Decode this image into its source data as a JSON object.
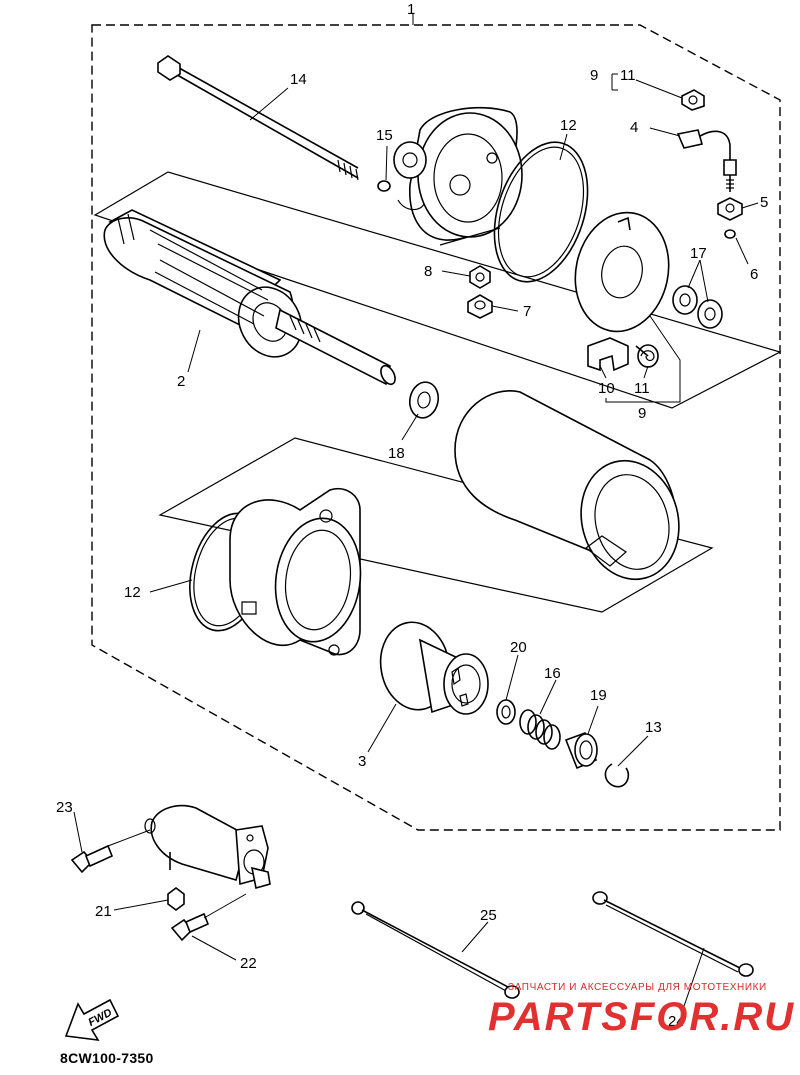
{
  "diagram": {
    "parts_code": "8CW100-7350",
    "fwd_arrow_label": "FWD",
    "callouts": {
      "c1": "1",
      "c2": "2",
      "c3": "3",
      "c4": "4",
      "c5": "5",
      "c6": "6",
      "c7": "7",
      "c8": "8",
      "c9a": "9",
      "c11a": "11",
      "c9b": "9",
      "c10": "10",
      "c11b": "11",
      "c12a": "12",
      "c12b": "12",
      "c13": "13",
      "c14": "14",
      "c15": "15",
      "c16": "16",
      "c17": "17",
      "c18": "18",
      "c19": "19",
      "c20": "20",
      "c21": "21",
      "c22": "22",
      "c23": "23",
      "c24": "24",
      "c25": "25"
    }
  },
  "watermark": {
    "tagline": "ЗАПЧАСТИ И АКСЕССУАРЫ ДЛЯ МОТОТЕХНИКИ",
    "logo": "PARTSFOR.RU",
    "color": "#e03030"
  }
}
